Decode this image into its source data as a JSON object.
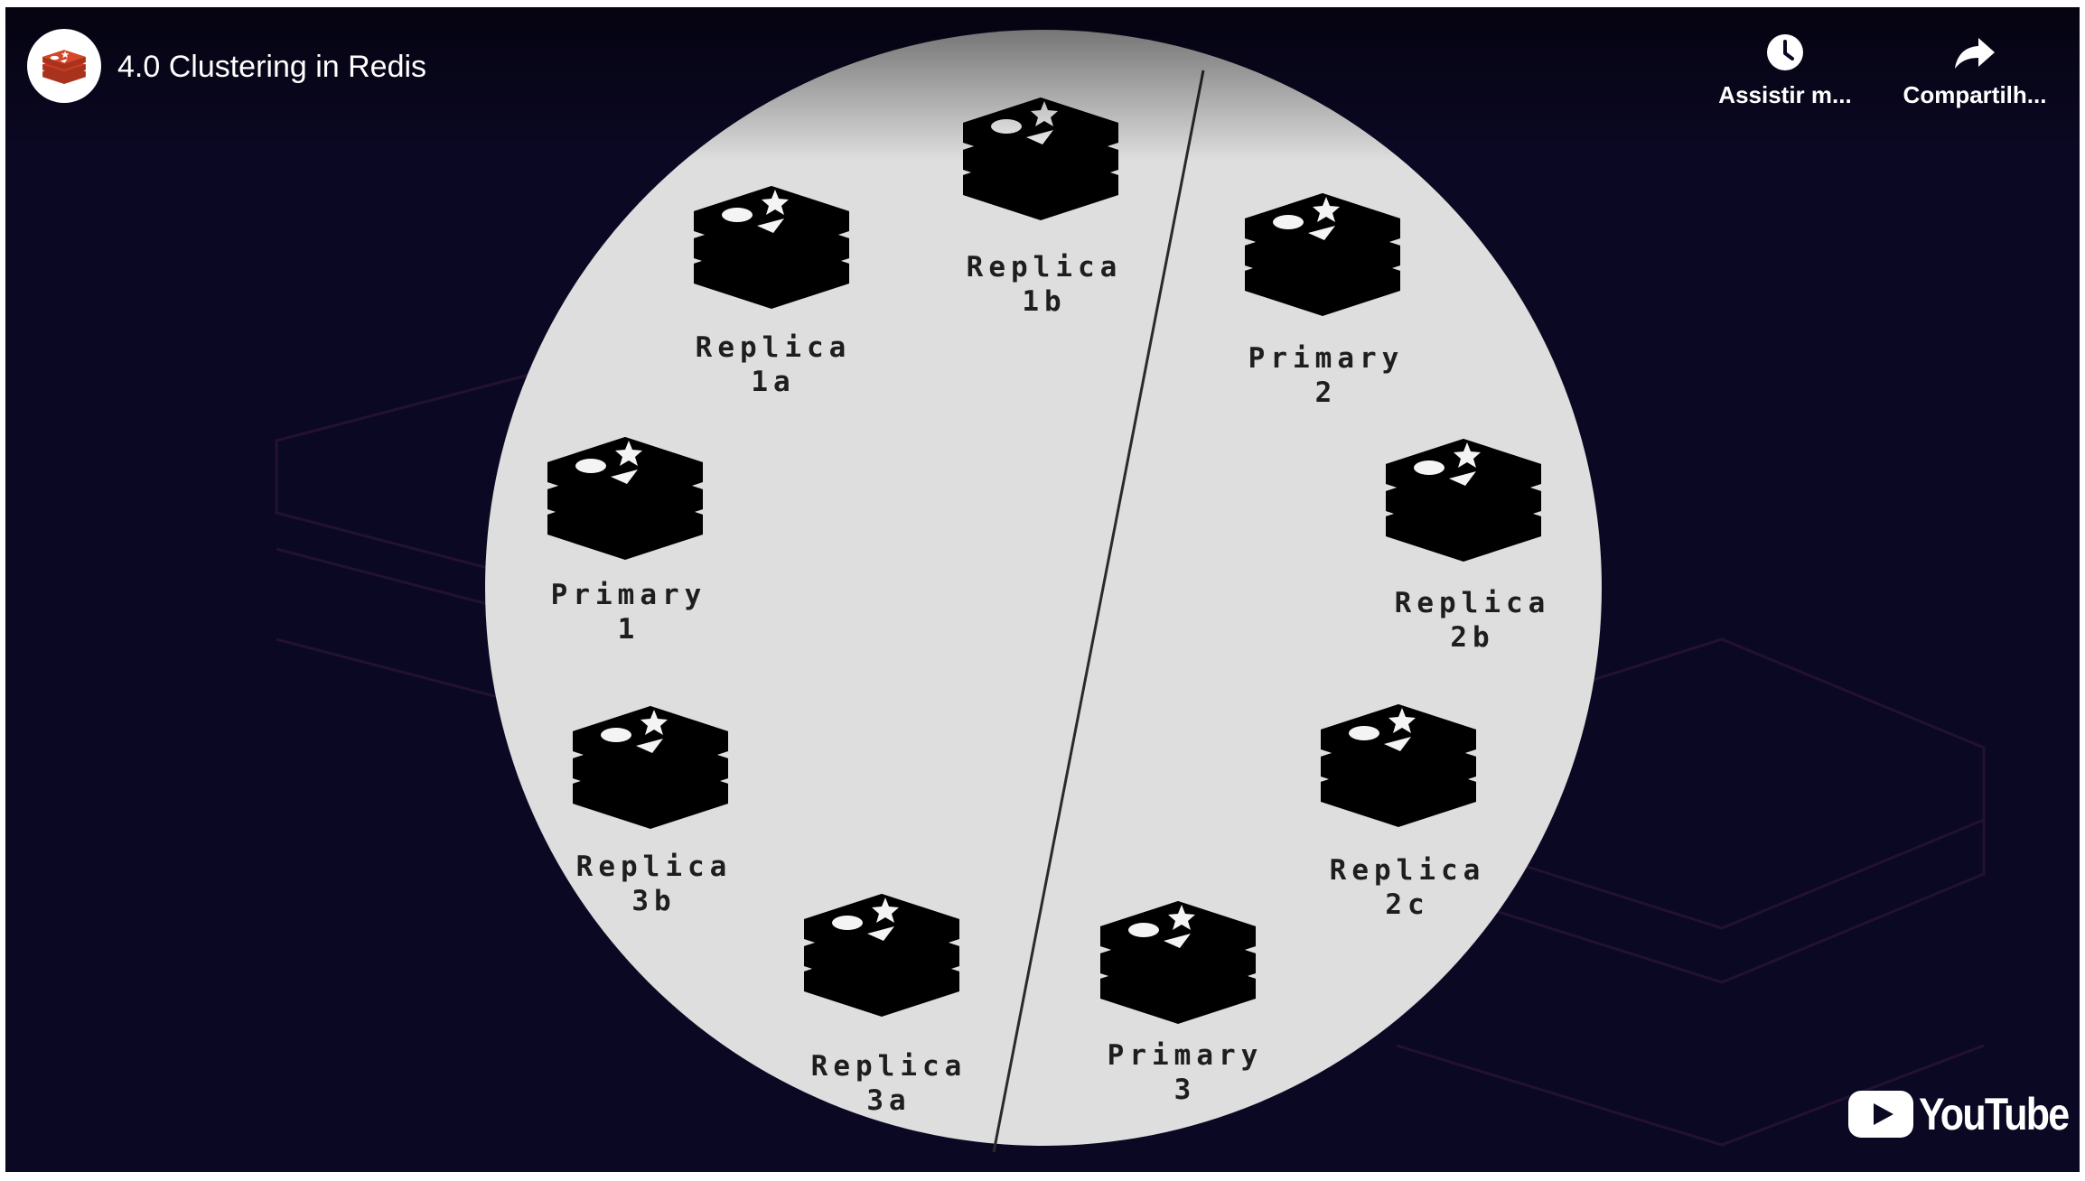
{
  "video": {
    "title": "4.0 Clustering in Redis",
    "channel_avatar_icon": "redis-logo-icon"
  },
  "top_actions": {
    "watch_later": {
      "label": "Assistir m...",
      "icon": "clock-icon"
    },
    "share": {
      "label": "Compartilh...",
      "icon": "share-arrow-icon"
    }
  },
  "branding": {
    "logo_text": "YouTube",
    "icon": "play-button-icon"
  },
  "diagram": {
    "nodes": [
      {
        "id": "replica-1a",
        "line1": "Replica",
        "line2": "1a",
        "role": "replica"
      },
      {
        "id": "replica-1b",
        "line1": "Replica",
        "line2": "1b",
        "role": "replica"
      },
      {
        "id": "primary-1",
        "line1": "Primary",
        "line2": "1",
        "role": "primary"
      },
      {
        "id": "primary-2",
        "line1": "Primary",
        "line2": "2",
        "role": "primary"
      },
      {
        "id": "replica-2b",
        "line1": "Replica",
        "line2": "2b",
        "role": "replica"
      },
      {
        "id": "replica-2c",
        "line1": "Replica",
        "line2": "2c",
        "role": "replica"
      },
      {
        "id": "replica-3b",
        "line1": "Replica",
        "line2": "3b",
        "role": "replica"
      },
      {
        "id": "replica-3a",
        "line1": "Replica",
        "line2": "3a",
        "role": "replica"
      },
      {
        "id": "primary-3",
        "line1": "Primary",
        "line2": "3",
        "role": "primary"
      }
    ]
  },
  "colors": {
    "background": "#0b0824",
    "circle": "#dedede",
    "primary": "#d6462b",
    "replica": "#8a8a8a",
    "label": "#1e1e1e",
    "partition_line": "#2a2a2a"
  }
}
